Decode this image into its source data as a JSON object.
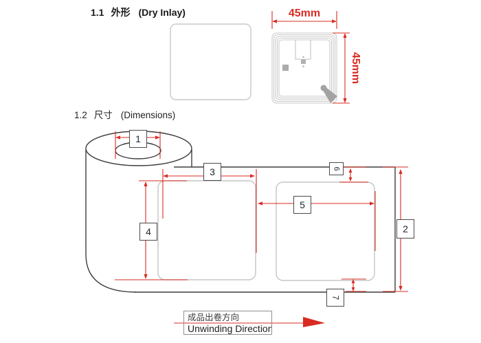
{
  "colors": {
    "accent_red": "#d92b23",
    "outline_dark": "#3d3d3d",
    "outline_light_gray": "#c7c7c7"
  },
  "section_1_1": {
    "number": "1.1",
    "title_zh": "外形",
    "title_en": "(Dry Inlay)"
  },
  "section_1_2": {
    "number": "1.2",
    "title_zh": "尺寸",
    "title_en": "(Dimensions)"
  },
  "inlay": {
    "top_dimension": "45mm",
    "side_dimension": "45mm"
  },
  "dimension_labels": {
    "d1": "1",
    "d2": "2",
    "d3": "3",
    "d4": "4",
    "d5": "5",
    "d6": "6",
    "d7": "7"
  },
  "unwinding": {
    "label_zh": "成品出卷方向",
    "label_en": "Unwinding Direction"
  }
}
